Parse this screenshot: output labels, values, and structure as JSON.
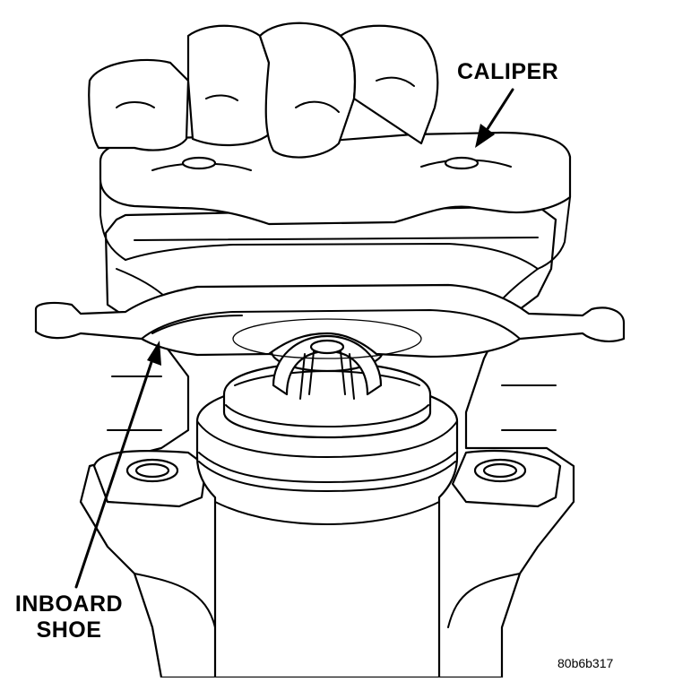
{
  "labels": {
    "caliper": "CALIPER",
    "inboard_line1": "INBOARD",
    "inboard_line2": "SHOE",
    "figure_id": "80b6b317"
  }
}
